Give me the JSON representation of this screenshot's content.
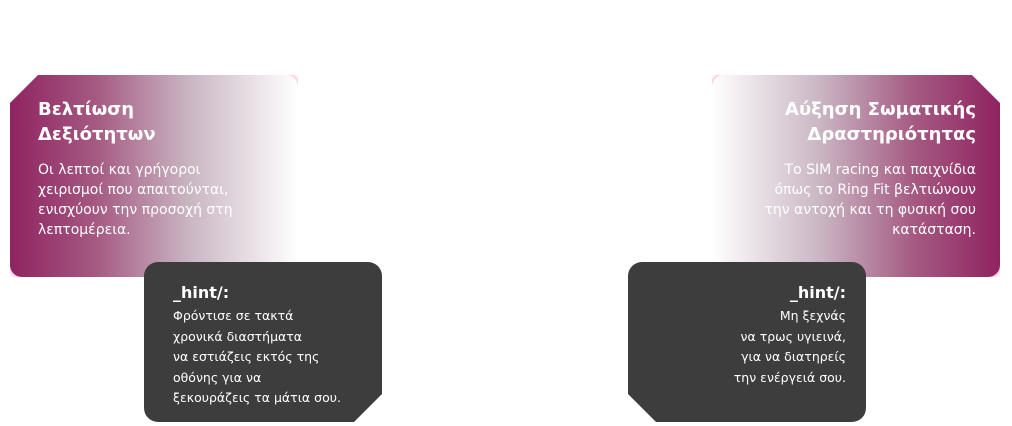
{
  "cards": [
    {
      "title": "Βελτίωση\nΔεξιότητων",
      "text": "Οι λεπτοί και γρήγοροι\nχειρισμοί που απαιτούνται,\nενισχύουν την προσοχή στη\nλεπτομέρεια."
    },
    {
      "title": "Αύξηση Σωματικής\nΔραστηριότητας",
      "text": "Το SIM racing και παιχνίδια\nόπως το Ring Fit βελτιώνουν\nτην αντοχή και τη φυσική σου\nκατάσταση."
    }
  ],
  "hints": [
    {
      "title": "_hint/:",
      "text": "Φρόντισε σε τακτά\nχρονικά διαστήματα\nνα εστιάζεις εκτός της\nοθόνης για να\nξεκουράζεις τα μάτια σου."
    },
    {
      "title": "_hint/:",
      "text": "Μη ξεχνάς\nνα τρως υγιεινά,\nγια να διατηρείς\nτην ενέργειά σου."
    }
  ],
  "colors": {
    "card_accent": "#8f2361",
    "hint_background": "#3d3d3d",
    "text": "#ffffff"
  }
}
